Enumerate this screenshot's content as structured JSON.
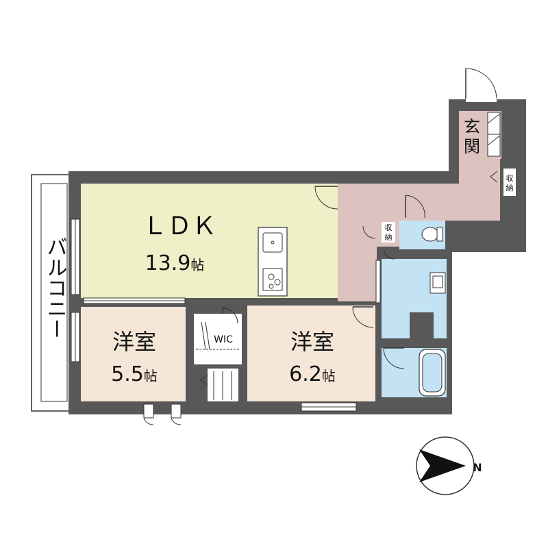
{
  "colors": {
    "wall": "#585858",
    "ldk": "#f0f0c8",
    "bedroom": "#f5e6d8",
    "hall": "#dcc3bf",
    "wet": "#c3e2f4",
    "balcony": "#ffffff",
    "line": "#333333"
  },
  "rooms": {
    "ldk": {
      "name": "ＬＤＫ",
      "size": "13.9",
      "unit": "帖"
    },
    "bedroom1": {
      "name": "洋室",
      "size": "5.5",
      "unit": "帖"
    },
    "bedroom2": {
      "name": "洋室",
      "size": "6.2",
      "unit": "帖"
    },
    "entrance": {
      "name_top": "玄",
      "name_bottom": "関"
    },
    "wic": {
      "label": "WIC"
    },
    "storage1": {
      "top": "収",
      "bottom": "納"
    },
    "storage2": {
      "top": "収",
      "bottom": "納"
    },
    "balcony": {
      "label": "バルコニー"
    }
  },
  "compass": {
    "label": "N"
  }
}
